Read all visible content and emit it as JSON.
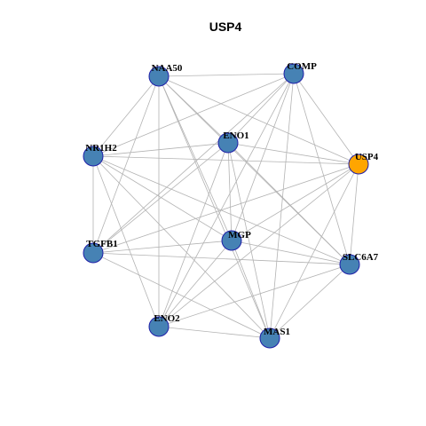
{
  "title": "USP4",
  "colors": {
    "default_node_fill": "#4682b4",
    "default_node_stroke": "#1f1fa8",
    "focus_node_fill": "#ffa500",
    "edge": "#b3b3b3"
  },
  "nodes": [
    {
      "id": "NAA50",
      "label": "NAA50",
      "focus": false
    },
    {
      "id": "COMP",
      "label": "COMP",
      "focus": false
    },
    {
      "id": "ENO1",
      "label": "ENO1",
      "focus": false
    },
    {
      "id": "NR1H2",
      "label": "NR1H2",
      "focus": false
    },
    {
      "id": "USP4",
      "label": "USP4",
      "focus": true
    },
    {
      "id": "MGP",
      "label": "MGP",
      "focus": false
    },
    {
      "id": "TGFB1",
      "label": "TGFB1",
      "focus": false
    },
    {
      "id": "SLC6A7",
      "label": "SLC6A7",
      "focus": false
    },
    {
      "id": "ENO2",
      "label": "ENO2",
      "focus": false
    },
    {
      "id": "MAS1",
      "label": "MAS1",
      "focus": false
    }
  ],
  "edges": [
    [
      "NAA50",
      "COMP"
    ],
    [
      "NAA50",
      "ENO1"
    ],
    [
      "NAA50",
      "USP4"
    ],
    [
      "NAA50",
      "MGP"
    ],
    [
      "NAA50",
      "SLC6A7"
    ],
    [
      "NAA50",
      "ENO2"
    ],
    [
      "NAA50",
      "MAS1"
    ],
    [
      "NAA50",
      "NR1H2"
    ],
    [
      "NAA50",
      "TGFB1"
    ],
    [
      "COMP",
      "NR1H2"
    ],
    [
      "COMP",
      "ENO1"
    ],
    [
      "COMP",
      "USP4"
    ],
    [
      "COMP",
      "MGP"
    ],
    [
      "COMP",
      "TGFB1"
    ],
    [
      "COMP",
      "SLC6A7"
    ],
    [
      "COMP",
      "ENO2"
    ],
    [
      "COMP",
      "MAS1"
    ],
    [
      "ENO1",
      "NR1H2"
    ],
    [
      "ENO1",
      "USP4"
    ],
    [
      "ENO1",
      "MGP"
    ],
    [
      "ENO1",
      "TGFB1"
    ],
    [
      "ENO1",
      "SLC6A7"
    ],
    [
      "ENO1",
      "ENO2"
    ],
    [
      "ENO1",
      "MAS1"
    ],
    [
      "NR1H2",
      "USP4"
    ],
    [
      "NR1H2",
      "TGFB1"
    ],
    [
      "NR1H2",
      "MGP"
    ],
    [
      "NR1H2",
      "SLC6A7"
    ],
    [
      "NR1H2",
      "ENO2"
    ],
    [
      "NR1H2",
      "MAS1"
    ],
    [
      "USP4",
      "TGFB1"
    ],
    [
      "USP4",
      "MGP"
    ],
    [
      "USP4",
      "SLC6A7"
    ],
    [
      "USP4",
      "ENO2"
    ],
    [
      "USP4",
      "MAS1"
    ],
    [
      "TGFB1",
      "MGP"
    ],
    [
      "TGFB1",
      "SLC6A7"
    ],
    [
      "TGFB1",
      "MAS1"
    ],
    [
      "MGP",
      "ENO2"
    ],
    [
      "MGP",
      "MAS1"
    ],
    [
      "MGP",
      "SLC6A7"
    ],
    [
      "ENO2",
      "SLC6A7"
    ],
    [
      "ENO2",
      "MAS1"
    ],
    [
      "SLC6A7",
      "MAS1"
    ]
  ]
}
